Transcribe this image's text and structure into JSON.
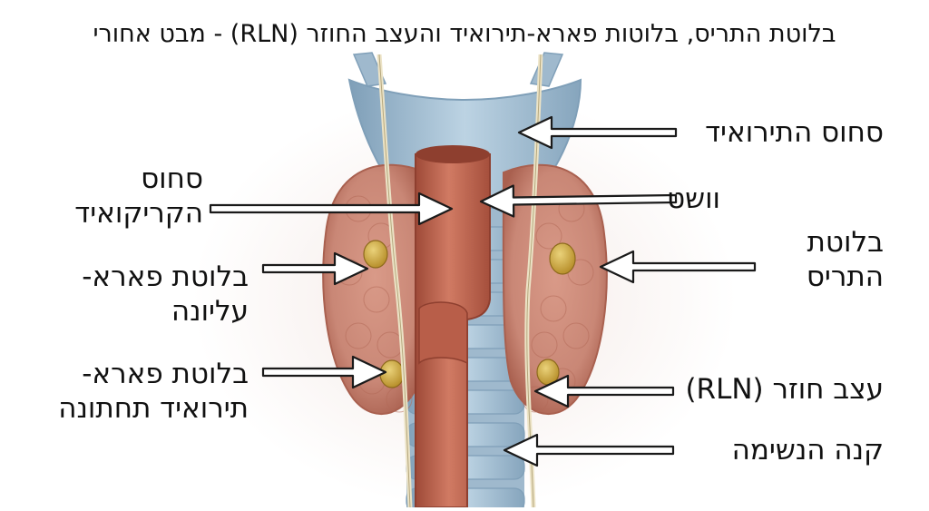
{
  "title": "בלוטת התריס, בלוטות פארא-תירואיד והעצב החוזר (RLN) - מבט אחורי",
  "labels": {
    "thyroid_cartilage": "סחוס התירואיד",
    "esophagus": "וושט",
    "thyroid_gland": [
      "בלוטת",
      "התריס"
    ],
    "rln": "עצב חוזר (RLN)",
    "trachea": "קנה הנשימה",
    "cricoid": [
      "סחוס",
      "הקריקואיד"
    ],
    "superior_parathyroid": [
      "בלוטת פארא-",
      "עליונה"
    ],
    "inferior_parathyroid": [
      "בלוטת פארא-",
      "תירואיד תחתונה"
    ]
  },
  "colors": {
    "thyroid": "#c98776",
    "thyroid_dark": "#a9604f",
    "cartilage": "#a9c3d6",
    "cartilage_dark": "#7f9fb8",
    "esophagus": "#c56a55",
    "esophagus_dark": "#8e3f2f",
    "parathyroid": "#d2b04a",
    "nerve": "#ece3c6",
    "arrow_fill": "#ffffff",
    "arrow_stroke": "#1a1a1a"
  }
}
